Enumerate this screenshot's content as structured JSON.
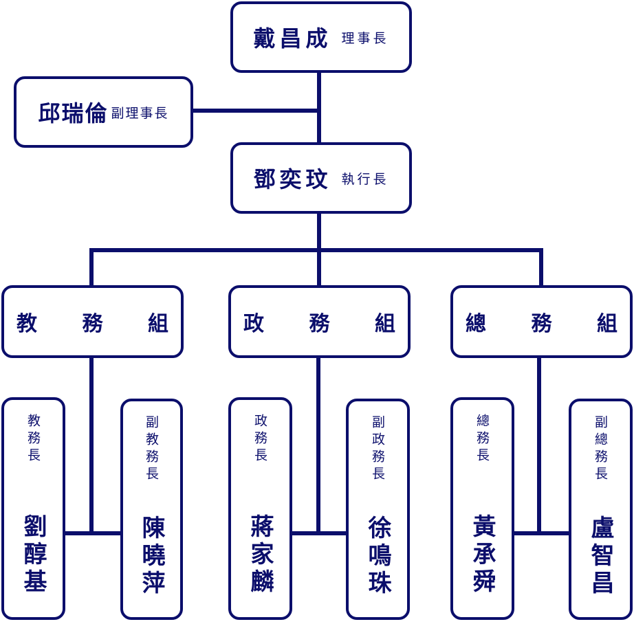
{
  "chairman": {
    "name": "戴昌成",
    "title": "理事長"
  },
  "vice_chairman": {
    "name": "邱瑞倫",
    "title": "副理事長"
  },
  "ceo": {
    "name": "鄧奕玟",
    "title": "執行長"
  },
  "groups": [
    {
      "chars": [
        "教",
        "務",
        "組"
      ],
      "head": {
        "title": "教務長",
        "name": "劉醇基"
      },
      "deputy": {
        "title": "副教務長",
        "name": "陳曉萍"
      }
    },
    {
      "chars": [
        "政",
        "務",
        "組"
      ],
      "head": {
        "title": "政務長",
        "name": "蔣家麟"
      },
      "deputy": {
        "title": "副政務長",
        "name": "徐鳴珠"
      }
    },
    {
      "chars": [
        "總",
        "務",
        "組"
      ],
      "head": {
        "title": "總務長",
        "name": "黃承舜"
      },
      "deputy": {
        "title": "副總務長",
        "name": "盧智昌"
      }
    }
  ],
  "colors": {
    "line": "#0b0e6b",
    "text": "#0b0e6b",
    "background": "#ffffff"
  }
}
